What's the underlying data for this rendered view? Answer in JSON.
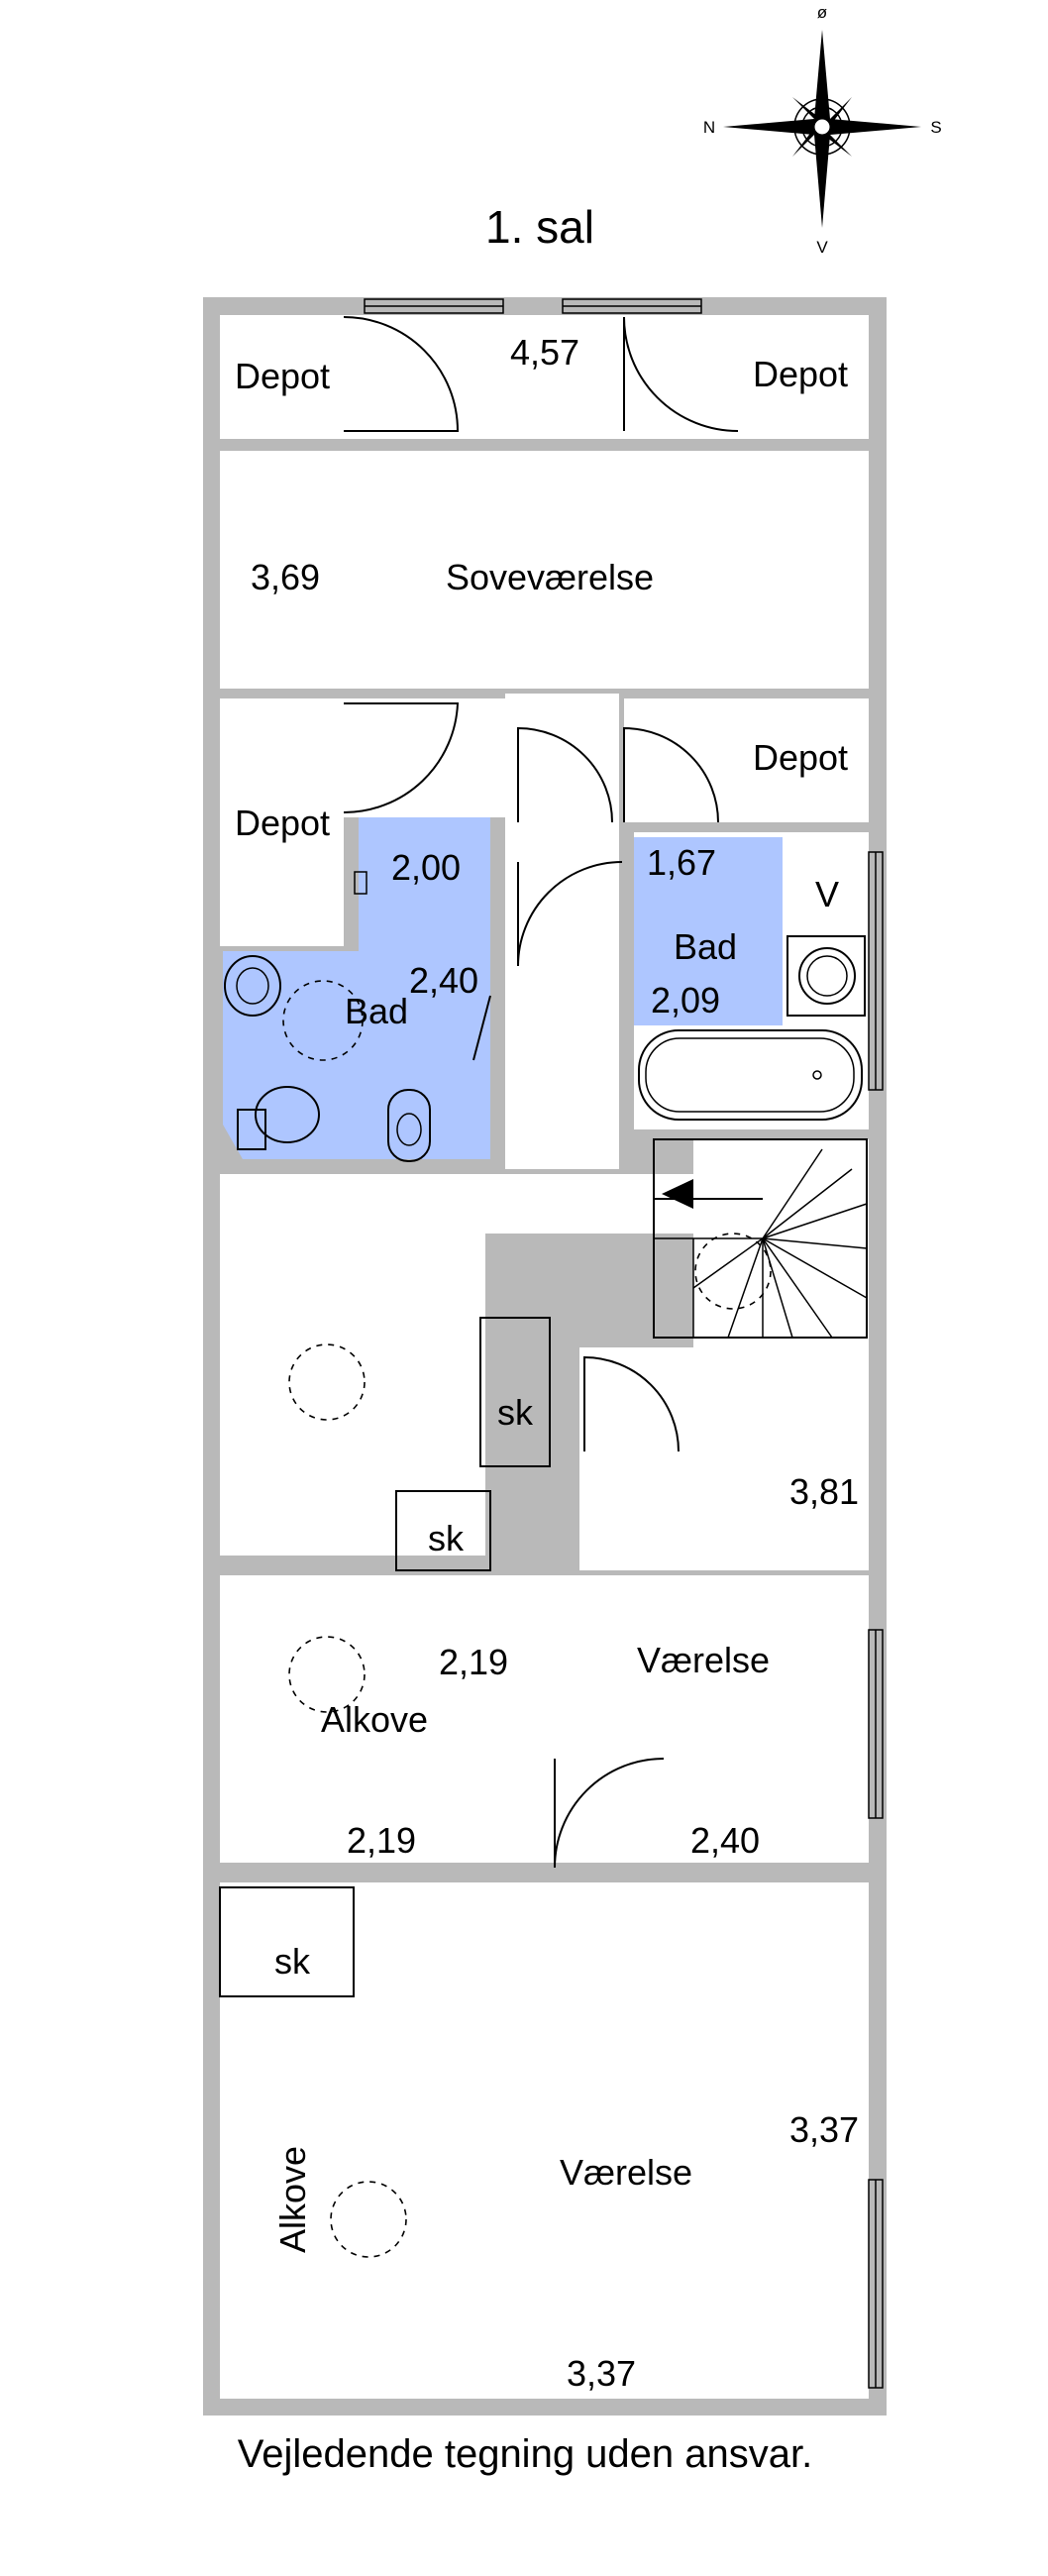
{
  "title": "1. sal",
  "footer": "Vejledende tegning uden ansvar.",
  "compass": {
    "north": "ø",
    "west": "N",
    "east": "S",
    "south": "V"
  },
  "rooms": {
    "depot_top_left": "Depot",
    "depot_top_right": "Depot",
    "dim_top": "4,57",
    "sovevaerelse": "Soveværelse",
    "dim_sove": "3,69",
    "depot_mid_left": "Depot",
    "depot_mid_right": "Depot",
    "bad_left": "Bad",
    "bad_left_dim1": "2,00",
    "bad_left_dim2": "2,40",
    "bad_right": "Bad",
    "bad_right_dim1": "1,67",
    "bad_right_dim2": "2,09",
    "v_label": "V",
    "sk1": "sk",
    "sk2": "sk",
    "sk3": "sk",
    "dim_381": "3,81",
    "vaerelse1": "Værelse",
    "alkove1": "Alkove",
    "dim_219a": "2,19",
    "dim_219b": "2,19",
    "dim_240": "2,40",
    "vaerelse2": "Værelse",
    "alkove2": "Alkove",
    "dim_337a": "3,37",
    "dim_337b": "3,37"
  }
}
